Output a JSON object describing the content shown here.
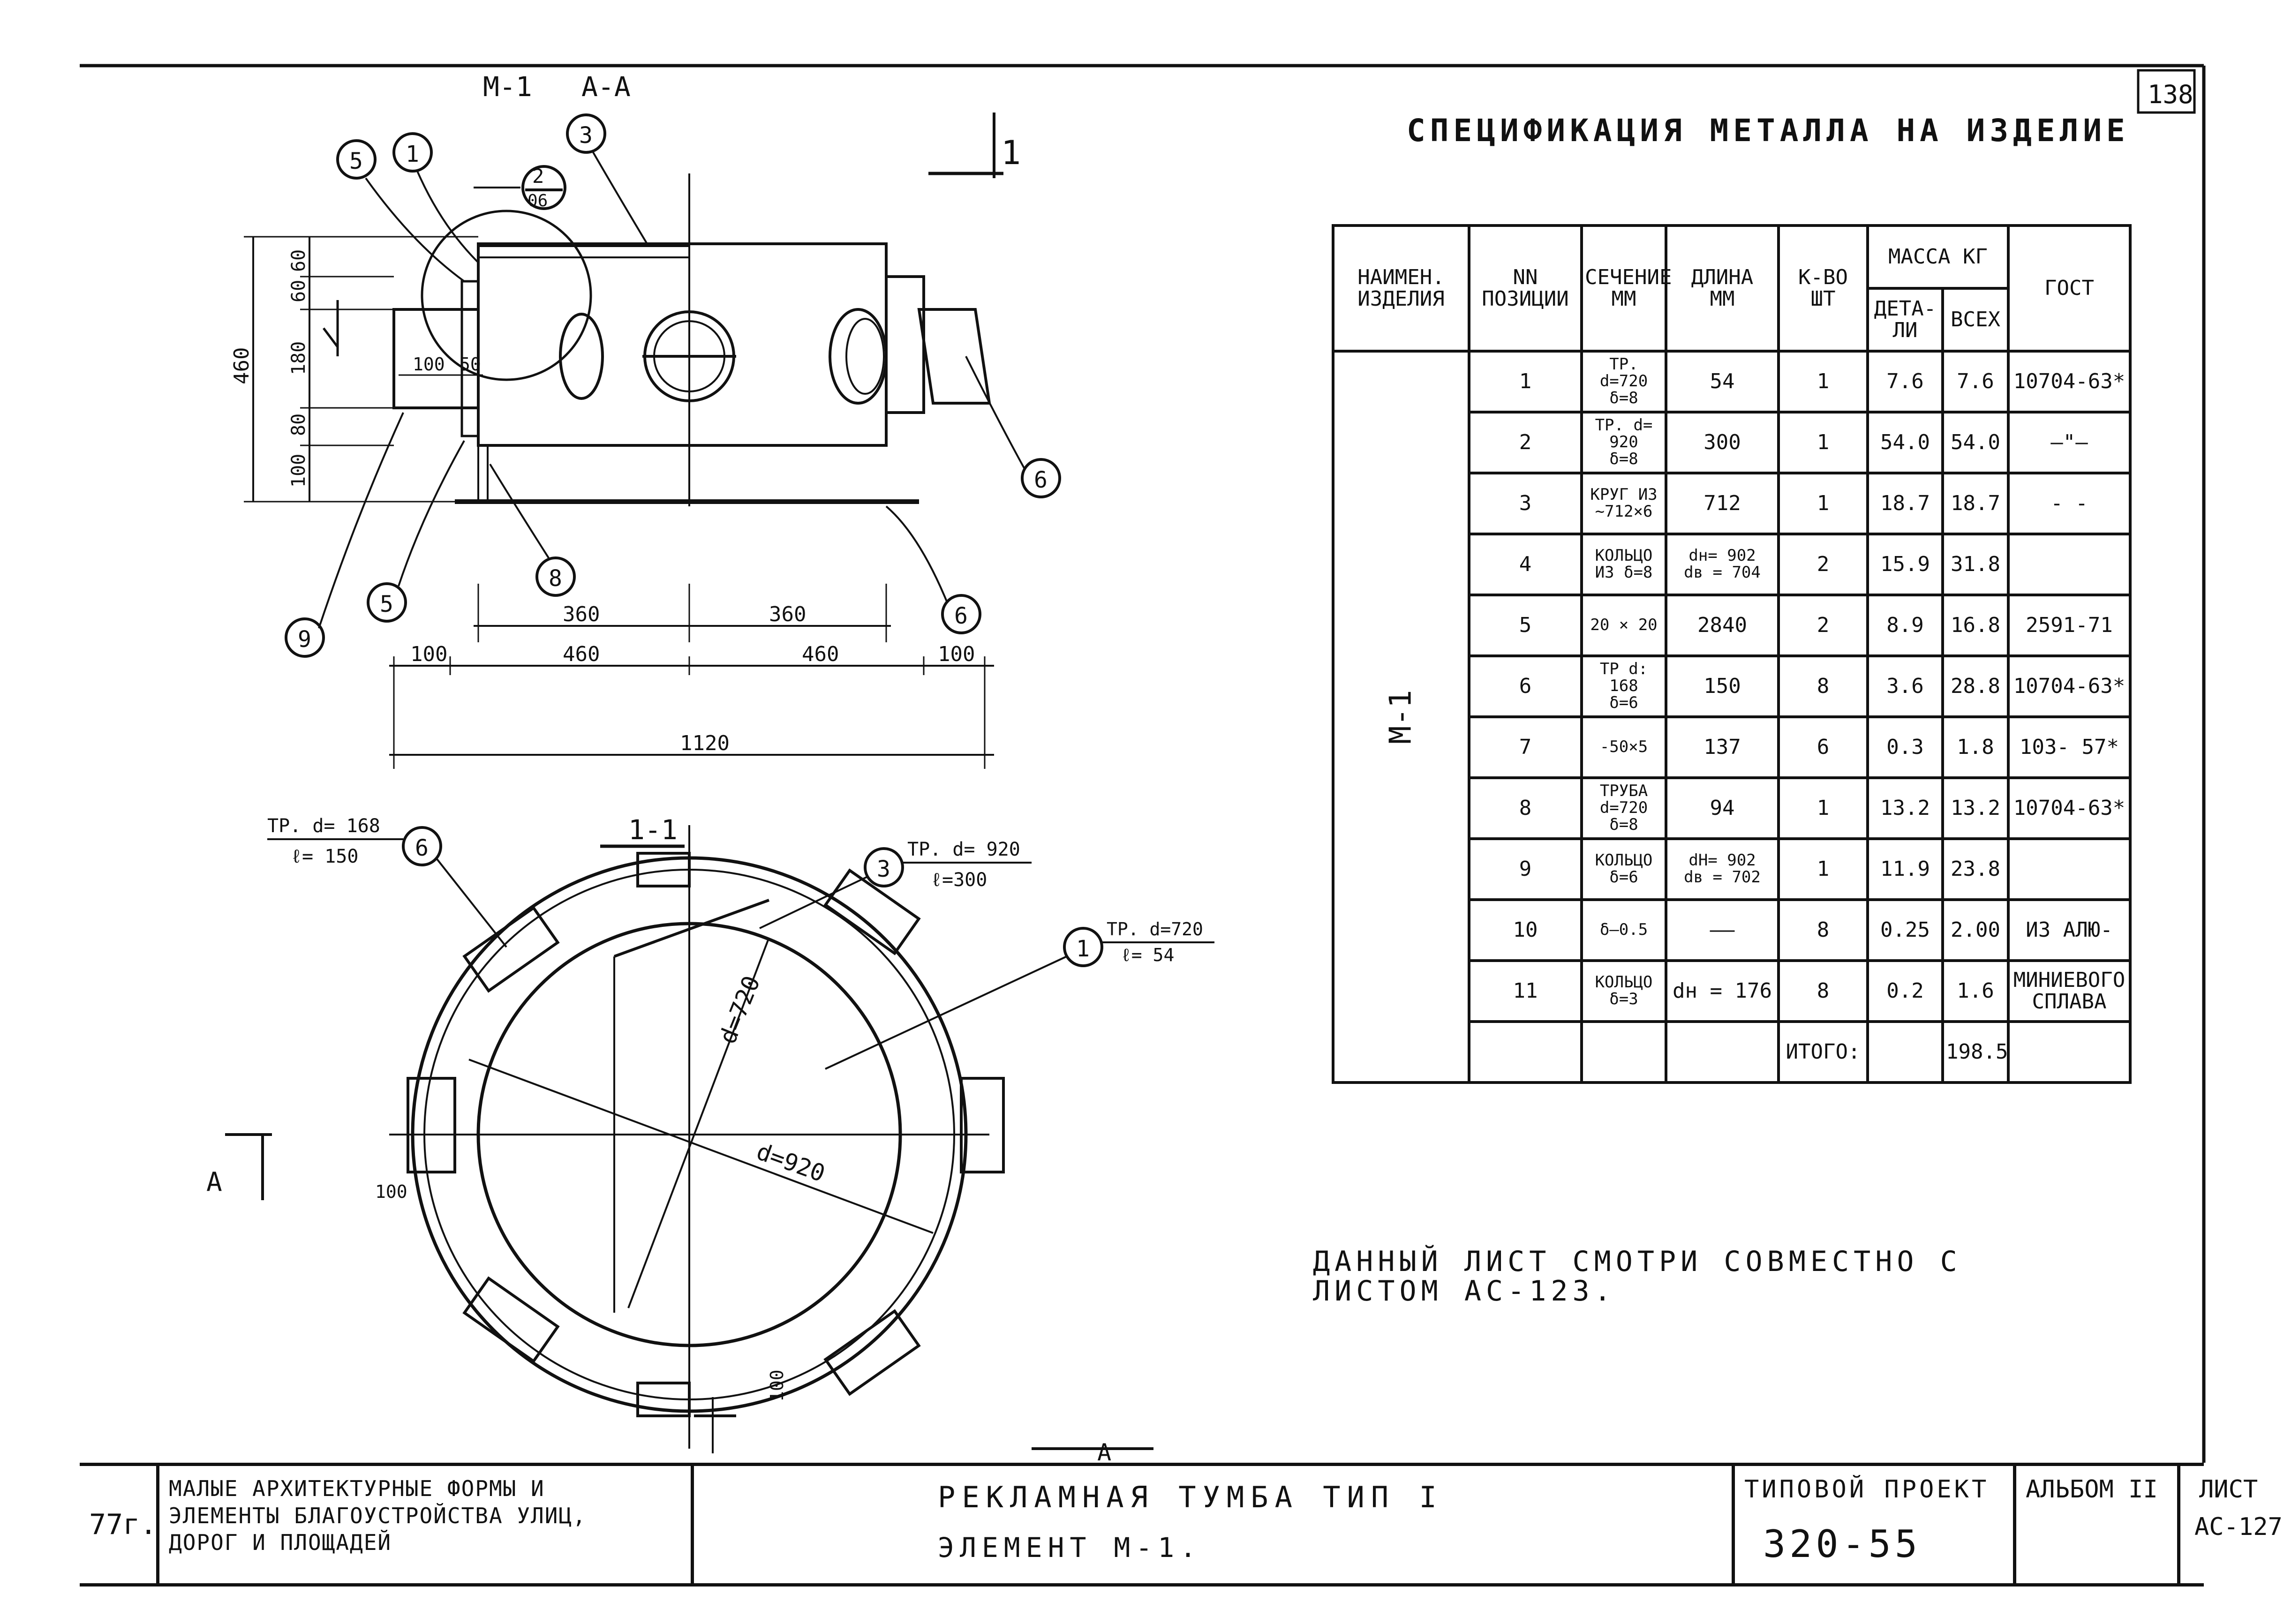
{
  "sheet_number_top": "138",
  "drawing": {
    "view_label": "М-1",
    "section_label": "А-А",
    "section_1_1": "1-1",
    "arrow_1": "1",
    "arrow_A_left": "А",
    "arrow_A_bottom": "А",
    "callouts": [
      "1",
      "2",
      "3",
      "5",
      "5",
      "6",
      "6",
      "8",
      "9"
    ],
    "callout_2_sub": "06",
    "plan_callouts": [
      "6",
      "3",
      "1"
    ],
    "leader_6": {
      "line1": "ТР. d= 168",
      "line2": "ℓ= 150"
    },
    "leader_3": {
      "line1": "ТР. d= 920",
      "line2": "ℓ=300"
    },
    "leader_1": {
      "line1": "ТР. d=720",
      "line2": "ℓ= 54"
    },
    "dims": {
      "v60a": "60",
      "v60b": "60",
      "v180": "180",
      "v80": "80",
      "v100": "100",
      "v460": "460",
      "h100_inner": "100",
      "h50": "50",
      "h360a": "360",
      "h360b": "360",
      "h100a": "100",
      "h460a": "460",
      "h460b": "460",
      "h100b": "100",
      "h1120": "1120",
      "d720": "d=720",
      "d920": "d=920",
      "p100a": "100",
      "p100b": "100"
    }
  },
  "spec": {
    "title": "СПЕЦИФИКАЦИЯ МЕТАЛЛА НА ИЗДЕЛИЕ",
    "headers": {
      "name": "НАИМЕН.\nИЗДЕЛИЯ",
      "pos": "NN\nПОЗИЦИИ",
      "section": "СЕЧЕНИЕ\nММ",
      "length": "ДЛИНА\nММ",
      "qty": "К-ВО\nШТ",
      "mass": "МАССА КГ",
      "mass_detail": "ДЕТА-\nЛИ",
      "mass_all": "ВСЕХ",
      "gost": "ГОСТ"
    },
    "item_name": "М-1",
    "rows": [
      {
        "pos": "1",
        "section": "ТР. d=720\nδ=8",
        "length": "54",
        "qty": "1",
        "det": "7.6",
        "all": "7.6",
        "gost": "10704-63*"
      },
      {
        "pos": "2",
        "section": "ТР. d= 920\nδ=8",
        "length": "300",
        "qty": "1",
        "det": "54.0",
        "all": "54.0",
        "gost": "—\"—"
      },
      {
        "pos": "3",
        "section": "КРУГ ИЗ\n~712×6",
        "length": "712",
        "qty": "1",
        "det": "18.7",
        "all": "18.7",
        "gost": "- -"
      },
      {
        "pos": "4",
        "section": "КОЛЬЦО\nИЗ δ=8",
        "length": "dн= 902\ndв = 704",
        "qty": "2",
        "det": "15.9",
        "all": "31.8",
        "gost": ""
      },
      {
        "pos": "5",
        "section": "20 × 20",
        "length": "2840",
        "qty": "2",
        "det": "8.9",
        "all": "16.8",
        "gost": "2591-71"
      },
      {
        "pos": "6",
        "section": "ТР d: 168\nδ=6",
        "length": "150",
        "qty": "8",
        "det": "3.6",
        "all": "28.8",
        "gost": "10704-63*"
      },
      {
        "pos": "7",
        "section": "-50×5",
        "length": "137",
        "qty": "6",
        "det": "0.3",
        "all": "1.8",
        "gost": "103- 57*"
      },
      {
        "pos": "8",
        "section": "ТРУБА\nd=720\nδ=8",
        "length": "94",
        "qty": "1",
        "det": "13.2",
        "all": "13.2",
        "gost": "10704-63*"
      },
      {
        "pos": "9",
        "section": "КОЛЬЦО\nδ=6",
        "length": "dН= 902\ndв = 702",
        "qty": "1",
        "det": "11.9",
        "all": "23.8",
        "gost": ""
      },
      {
        "pos": "10",
        "section": "δ—0.5",
        "length": "——",
        "qty": "8",
        "det": "0.25",
        "all": "2.00",
        "gost": "ИЗ АЛЮ-"
      },
      {
        "pos": "11",
        "section": "КОЛЬЦО\nδ=3",
        "length": "dн = 176",
        "qty": "8",
        "det": "0.2",
        "all": "1.6",
        "gost": "МИНИЕВОГО\nСПЛАВА"
      },
      {
        "pos": "",
        "section": "",
        "length": "",
        "qty": "ИТОГО:",
        "det": "",
        "all": "198.5",
        "gost": ""
      }
    ]
  },
  "note": "ДАННЫЙ ЛИСТ СМОТРИ СОВМЕСТНО С\nЛИСТОМ АС-123.",
  "stamp": {
    "code": "77г.",
    "category": "МАЛЫЕ АРХИТЕКТУРНЫЕ ФОРМЫ И\nЭЛЕМЕНТЫ БЛАГОУСТРОЙСТВА УЛИЦ,\nДОРОГ И ПЛОЩАДЕЙ",
    "title1": "РЕКЛАМНАЯ ТУМБА ТИП I",
    "title2": "ЭЛЕМЕНТ М-1.",
    "project_label": "ТИПОВОЙ ПРОЕКТ",
    "project_number": "320-55",
    "album": "АЛЬБОМ II",
    "sheet_label": "ЛИСТ",
    "sheet_code": "АС-127"
  }
}
